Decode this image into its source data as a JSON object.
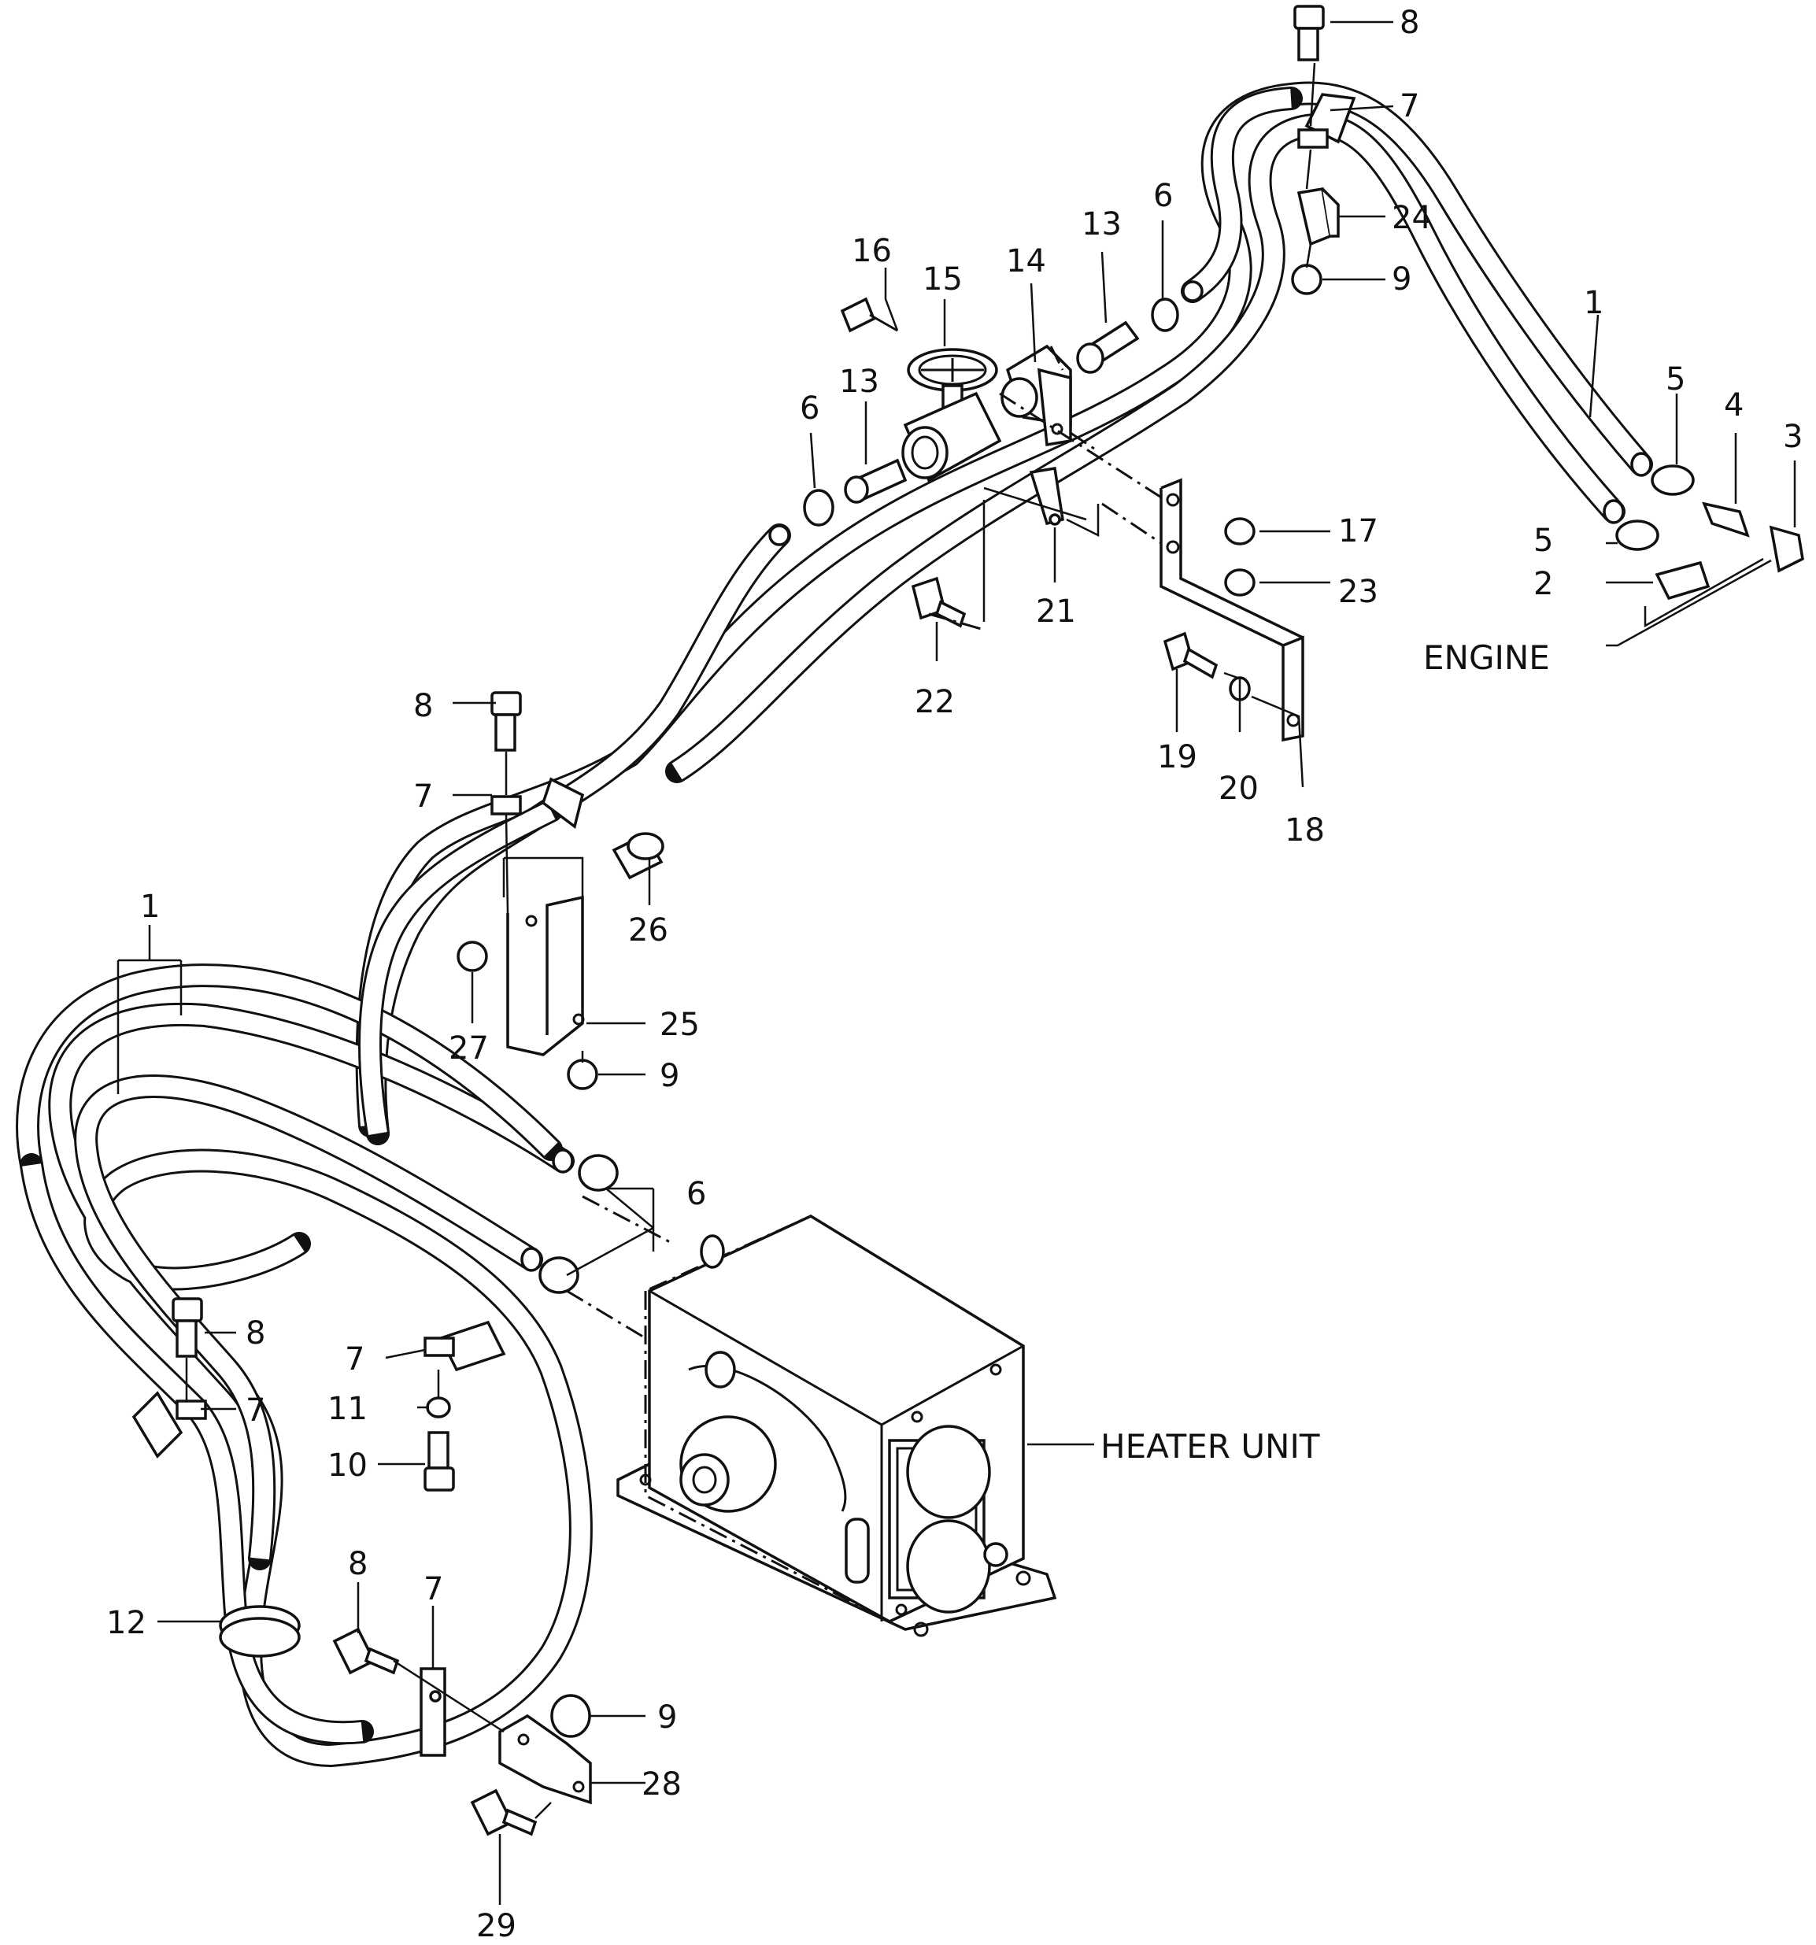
{
  "diagram": {
    "callouts": {
      "c1a": "1",
      "c1b": "1",
      "c2": "2",
      "c3": "3",
      "c4": "4",
      "c5a": "5",
      "c5b": "5",
      "c6a": "6",
      "c6b": "6",
      "c6c": "6",
      "c7a": "7",
      "c7b": "7",
      "c7c": "7",
      "c7d": "7",
      "c7e": "7",
      "c8a": "8",
      "c8b": "8",
      "c8c": "8",
      "c8d": "8",
      "c9a": "9",
      "c9b": "9",
      "c9c": "9",
      "c10": "10",
      "c11": "11",
      "c12": "12",
      "c13a": "13",
      "c13b": "13",
      "c14": "14",
      "c15": "15",
      "c16": "16",
      "c17": "17",
      "c18": "18",
      "c19": "19",
      "c20": "20",
      "c21": "21",
      "c22": "22",
      "c23": "23",
      "c24": "24",
      "c25": "25",
      "c26": "26",
      "c27": "27",
      "c28": "28",
      "c29": "29"
    },
    "labels": {
      "engine": "ENGINE",
      "heater_unit": "HEATER UNIT"
    }
  }
}
